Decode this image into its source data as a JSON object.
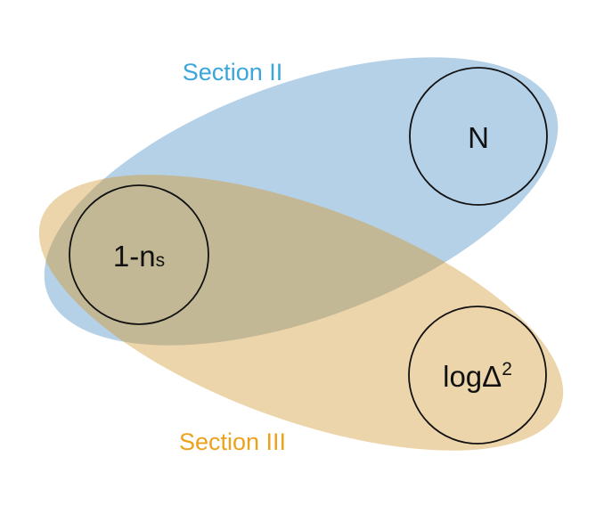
{
  "sections": [
    {
      "id": "section-ii",
      "label": "Section II",
      "color": "#3aa6dc",
      "fill": "#8db8dc"
    },
    {
      "id": "section-iii",
      "label": "Section III",
      "color": "#eda21e",
      "fill": "#e3bf7e"
    }
  ],
  "overlap_fill": "#b7ad8a",
  "nodes": [
    {
      "id": "n",
      "label": "N"
    },
    {
      "id": "ns",
      "label": "1-n",
      "subscript": "s"
    },
    {
      "id": "delta",
      "label": "logΔ",
      "superscript": "2"
    }
  ]
}
